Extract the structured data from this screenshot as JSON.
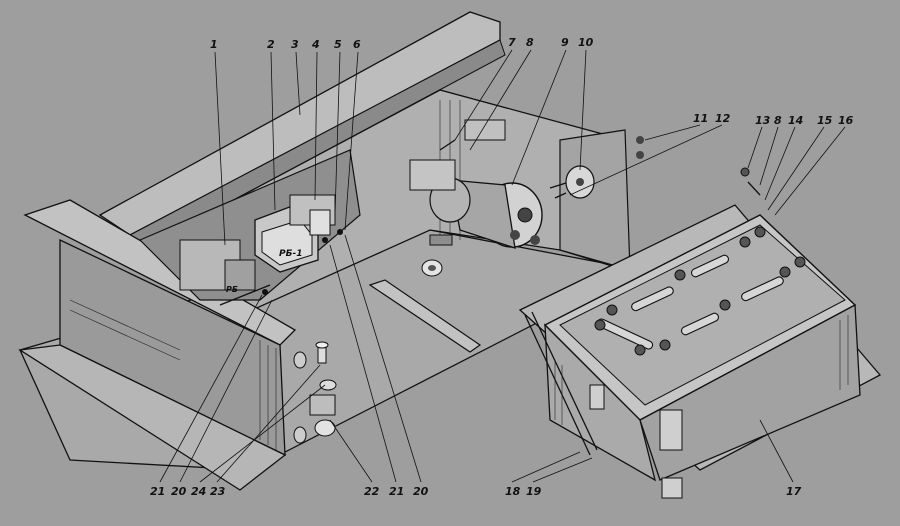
{
  "diagram": {
    "callouts_top": [
      {
        "id": "c1",
        "text": "1"
      },
      {
        "id": "c2",
        "text": "2"
      },
      {
        "id": "c3",
        "text": "3"
      },
      {
        "id": "c4",
        "text": "4"
      },
      {
        "id": "c5",
        "text": "5"
      },
      {
        "id": "c6",
        "text": "6"
      },
      {
        "id": "c7",
        "text": "7"
      },
      {
        "id": "c8a",
        "text": "8"
      },
      {
        "id": "c9",
        "text": "9"
      },
      {
        "id": "c10",
        "text": "10"
      },
      {
        "id": "c11",
        "text": "11"
      },
      {
        "id": "c12",
        "text": "12"
      },
      {
        "id": "c13",
        "text": "13"
      },
      {
        "id": "c8b",
        "text": "8"
      },
      {
        "id": "c14",
        "text": "14"
      },
      {
        "id": "c15",
        "text": "15"
      },
      {
        "id": "c16",
        "text": "16"
      }
    ],
    "callouts_bottom": [
      {
        "id": "c21a",
        "text": "21"
      },
      {
        "id": "c20a",
        "text": "20"
      },
      {
        "id": "c24",
        "text": "24"
      },
      {
        "id": "c23",
        "text": "23"
      },
      {
        "id": "c22",
        "text": "22"
      },
      {
        "id": "c21b",
        "text": "21"
      },
      {
        "id": "c20b",
        "text": "20"
      },
      {
        "id": "c18",
        "text": "18"
      },
      {
        "id": "c19",
        "text": "19"
      },
      {
        "id": "c17",
        "text": "17"
      }
    ],
    "relay_marking": "РБ-1",
    "relay_small_marking": "РБ"
  },
  "colors": {
    "background": "#9e9e9e",
    "ink": "#111111",
    "panel": "#b4b4b4",
    "shade": "#6e6e6e"
  }
}
